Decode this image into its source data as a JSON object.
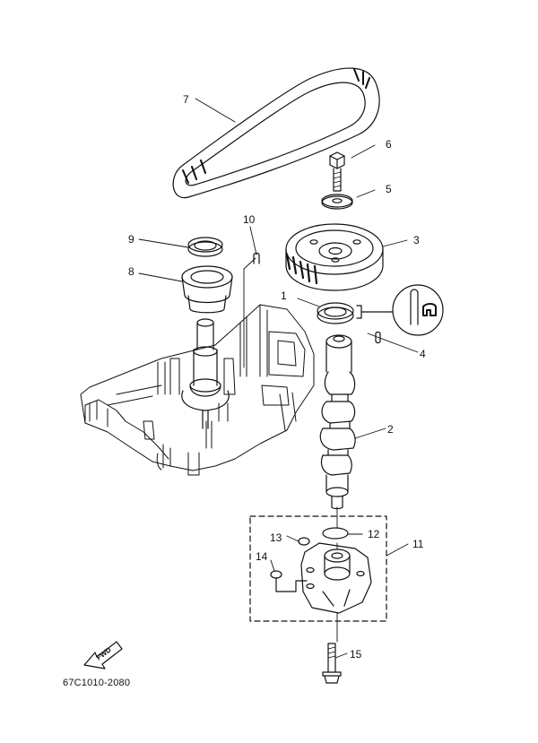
{
  "callouts": [
    {
      "id": "1",
      "label": "1"
    },
    {
      "id": "2",
      "label": "2"
    },
    {
      "id": "3",
      "label": "3"
    },
    {
      "id": "4",
      "label": "4"
    },
    {
      "id": "5",
      "label": "5"
    },
    {
      "id": "6",
      "label": "6"
    },
    {
      "id": "7",
      "label": "7"
    },
    {
      "id": "8",
      "label": "8"
    },
    {
      "id": "9",
      "label": "9"
    },
    {
      "id": "10",
      "label": "10"
    },
    {
      "id": "11",
      "label": "11"
    },
    {
      "id": "12",
      "label": "12"
    },
    {
      "id": "13",
      "label": "13"
    },
    {
      "id": "14",
      "label": "14"
    },
    {
      "id": "15",
      "label": "15"
    }
  ],
  "fwd_label": "FWD",
  "diagram_code": "67C1010-2080",
  "colors": {
    "line": "#111111",
    "background": "#ffffff"
  }
}
